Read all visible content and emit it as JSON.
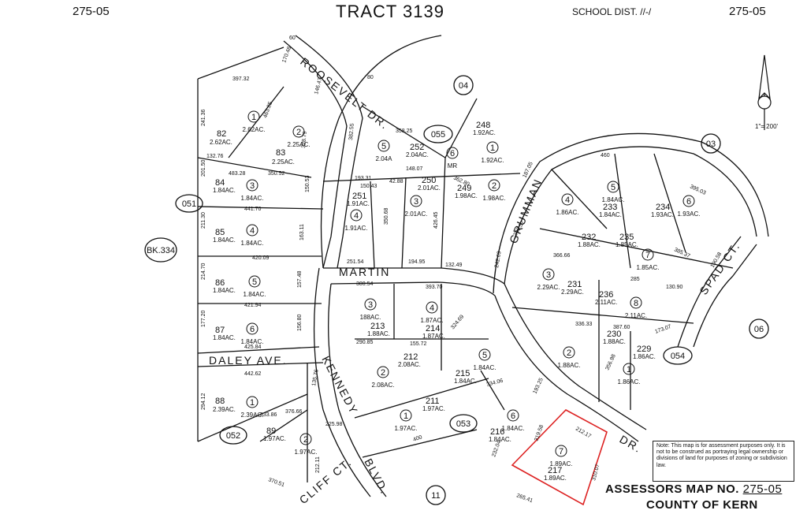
{
  "header": {
    "left_code": "275-05",
    "title": "TRACT 3139",
    "school_dist": "SCHOOL DIST. //-/",
    "right_code": "275-05"
  },
  "compass": {
    "scale": "1\"= 200'"
  },
  "book_ref": "BK.334",
  "map_refs": [
    "04",
    "03",
    "06",
    "11",
    "051",
    "052",
    "053",
    "054",
    "055"
  ],
  "streets": [
    "ROOSEVELT DR.",
    "MARTIN",
    "GRUMMAN",
    "DALEY AVE.",
    "KENNEDY",
    "BLVD.",
    "CLIFF CT.",
    "SPAD CT.",
    "DR."
  ],
  "parcels": [
    {
      "num": "82",
      "acres": "2.62AC."
    },
    {
      "num": "83",
      "acres": "2.25AC."
    },
    {
      "num": "84",
      "acres": "1.84AC."
    },
    {
      "num": "85",
      "acres": "1.84AC."
    },
    {
      "num": "86",
      "acres": "1.84AC."
    },
    {
      "num": "87",
      "acres": "1.84AC."
    },
    {
      "num": "88",
      "acres": "2.39AC."
    },
    {
      "num": "89",
      "acres": "1.97AC."
    },
    {
      "num": "248",
      "acres": "1.92AC."
    },
    {
      "num": "249",
      "acres": "1.98AC."
    },
    {
      "num": "250",
      "acres": "2.01AC."
    },
    {
      "num": "251",
      "acres": "1.91AC."
    },
    {
      "num": "252",
      "acres": "2.04AC."
    },
    {
      "num": "211",
      "acres": "1.97AC."
    },
    {
      "num": "212",
      "acres": "2.08AC."
    },
    {
      "num": "213",
      "acres": "1.88AC."
    },
    {
      "num": "214",
      "acres": "1.87AC."
    },
    {
      "num": "215",
      "acres": "1.84AC."
    },
    {
      "num": "216",
      "acres": "1.84AC."
    },
    {
      "num": "217",
      "acres": "1.89AC."
    },
    {
      "num": "229",
      "acres": "1.86AC."
    },
    {
      "num": "230",
      "acres": "1.88AC."
    },
    {
      "num": "231",
      "acres": "2.29AC."
    },
    {
      "num": "232",
      "acres": "1.88AC."
    },
    {
      "num": "233",
      "acres": "1.84AC."
    },
    {
      "num": "234",
      "acres": "1.93AC."
    },
    {
      "num": "235",
      "acres": "1.85AC."
    },
    {
      "num": "236",
      "acres": "2.11AC."
    }
  ],
  "lot_labels": [
    {
      "n": "1",
      "ac": "2.62AC."
    },
    {
      "n": "2",
      "ac": "2.25AC."
    },
    {
      "n": "3",
      "ac": "1.84AC."
    },
    {
      "n": "4",
      "ac": "1.84AC."
    },
    {
      "n": "5",
      "ac": "1.84AC."
    },
    {
      "n": "6",
      "ac": "1.84AC."
    },
    {
      "n": "1",
      "ac": "2.39AC."
    },
    {
      "n": "2",
      "ac": "1.97AC."
    },
    {
      "n": "1",
      "ac": "1.92AC."
    },
    {
      "n": "2",
      "ac": "1.98AC."
    },
    {
      "n": "3",
      "ac": "2.01AC."
    },
    {
      "n": "4",
      "ac": "1.91AC."
    },
    {
      "n": "5",
      "ac": "2.04A"
    },
    {
      "n": "6",
      "ac": "MR"
    },
    {
      "n": "1",
      "ac": "1.97AC."
    },
    {
      "n": "2",
      "ac": "2.08AC."
    },
    {
      "n": "3",
      "ac": "188AC."
    },
    {
      "n": "4",
      "ac": "1.87AC."
    },
    {
      "n": "5",
      "ac": "1.84AC."
    },
    {
      "n": "6",
      "ac": "1.84AC."
    },
    {
      "n": "7",
      "ac": "1.89AC."
    },
    {
      "n": "1",
      "ac": "1.86AC."
    },
    {
      "n": "2",
      "ac": "1.88AC."
    },
    {
      "n": "3",
      "ac": "2.29AC."
    },
    {
      "n": "4",
      "ac": "1.86AC."
    },
    {
      "n": "5",
      "ac": "1.84AC."
    },
    {
      "n": "6",
      "ac": "1.93AC."
    },
    {
      "n": "7",
      "ac": "1.85AC."
    },
    {
      "n": "8",
      "ac": "2.11AC."
    }
  ],
  "dimensions": [
    "397.32",
    "170.48",
    "146.47",
    "463.25",
    "328.79",
    "382.55",
    "358.25",
    "241.36",
    "132.76",
    "483.28",
    "350.52",
    "201.50",
    "441.70",
    "150.53",
    "211.30",
    "163.11",
    "420.09",
    "214.70",
    "157.48",
    "421.94",
    "177.20",
    "156.80",
    "425.84",
    "442.62",
    "294.12",
    "135.76",
    "333.86",
    "376.66",
    "225.98",
    "212.11",
    "370.51",
    "251.54",
    "194.95",
    "132.49",
    "300.54",
    "393.70",
    "290.85",
    "155.72",
    "324.69",
    "334.06",
    "193.25",
    "212.17",
    "319.58",
    "310.07",
    "265.41",
    "232.04",
    "400",
    "460",
    "336.33",
    "387.60",
    "173.07",
    "356.98",
    "366.66",
    "285",
    "130.90",
    "385.37",
    "395.03",
    "190.58",
    "346.57",
    "242.69",
    "193.31",
    "150.43",
    "148.07",
    "362.80",
    "187.05",
    "42.88",
    "426.45",
    "350.68",
    "60",
    "80"
  ],
  "note": {
    "text": "Note: This map is for assessment purposes only. It is not to be construed as portraying legal ownership or divisions of land for purposes of zoning or subdivision law."
  },
  "footer": {
    "map_no_label": "ASSESSORS MAP NO.",
    "map_no": "275-05",
    "county": "COUNTY OF KERN"
  }
}
